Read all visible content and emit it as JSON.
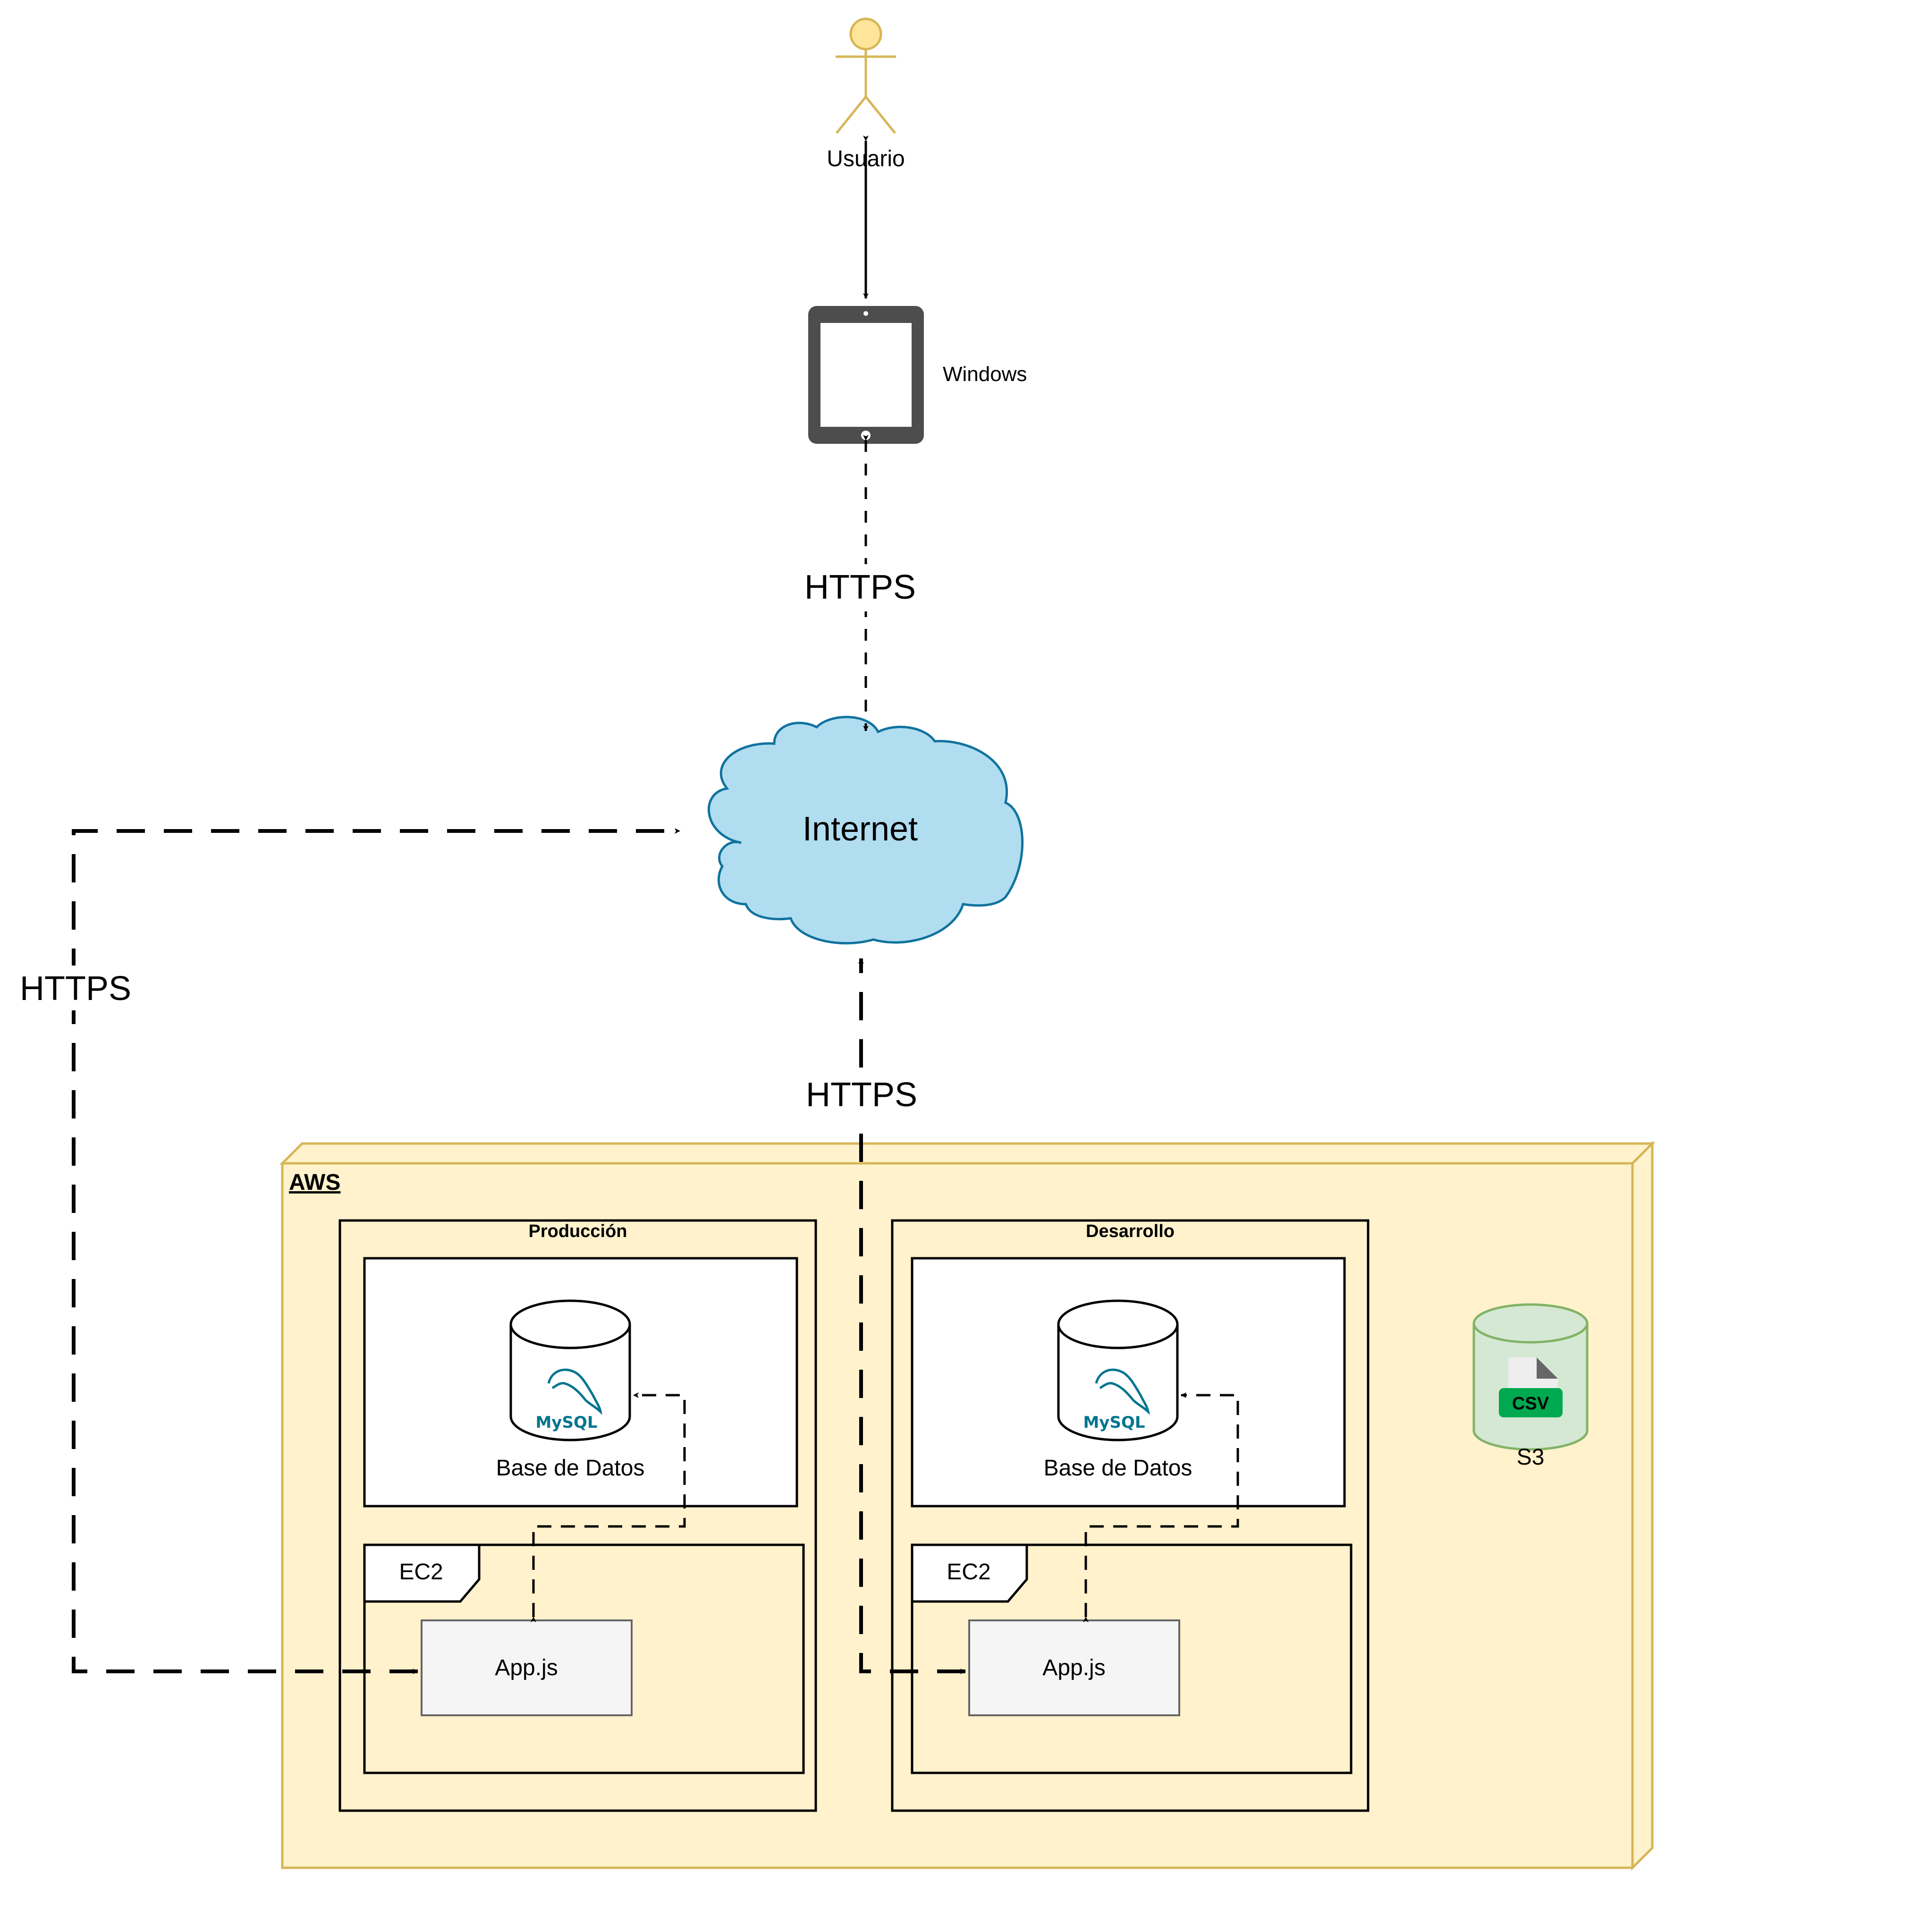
{
  "actor": {
    "label": "Usuario",
    "icon": "user-stick-figure-icon"
  },
  "device": {
    "label": "Windows",
    "icon": "tablet-icon"
  },
  "cloud": {
    "label": "Internet",
    "icon": "cloud-icon"
  },
  "links": {
    "device_to_internet": "HTTPS",
    "prod_to_internet": "HTTPS",
    "dev_to_internet": "HTTPS"
  },
  "aws": {
    "label": "AWS",
    "production": {
      "title": "Producción",
      "database_label": "Base de Datos",
      "database_logo": "MySQL",
      "ec2_label": "EC2",
      "app_label": "App.js"
    },
    "development": {
      "title": "Desarrollo",
      "database_label": "Base de Datos",
      "database_logo": "MySQL",
      "ec2_label": "EC2",
      "app_label": "App.js"
    },
    "s3": {
      "label": "S3",
      "badge": "CSV",
      "icon": "csv-bucket-icon"
    }
  },
  "colors": {
    "aws_fill": "#fff2cc",
    "aws_stroke": "#d6b656",
    "cloud_fill": "#b1ddf0",
    "cloud_stroke": "#10739e",
    "actor_fill": "#ffe599",
    "actor_stroke": "#d6b656",
    "tablet": "#4d4d4d",
    "app_fill": "#f5f5f5",
    "s3_fill": "#d5e8d4",
    "s3_stroke": "#82b366",
    "csv_green": "#00a84f",
    "mysql_blue": "#00758f",
    "mysql_orange": "#f29111"
  }
}
